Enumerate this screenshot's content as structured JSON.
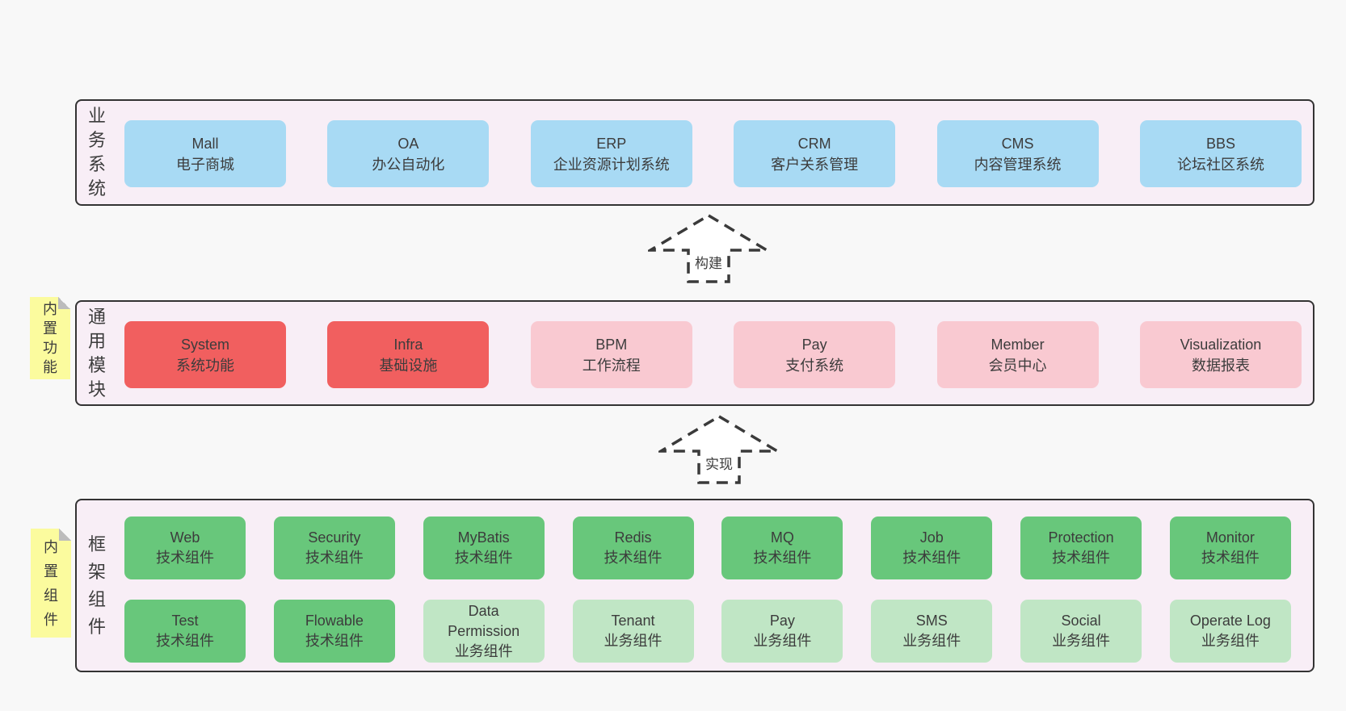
{
  "colors": {
    "page_bg": "#f8f8f8",
    "band_bg": "#f8eef6",
    "band_border": "#333333",
    "blue_box": "#a8daf4",
    "red_box": "#f15f5f",
    "pink_box": "#f9c9d1",
    "green_box": "#68c77b",
    "light_green_box": "#c0e6c5",
    "sticky_yellow": "#fbfb9e",
    "text": "#3c3c3c"
  },
  "arrows": [
    {
      "label": "构建"
    },
    {
      "label": "实现"
    }
  ],
  "bands": [
    {
      "label": "业务系统",
      "boxes": [
        {
          "name": "Mall",
          "desc": "电子商城"
        },
        {
          "name": "OA",
          "desc": "办公自动化"
        },
        {
          "name": "ERP",
          "desc": "企业资源计划系统"
        },
        {
          "name": "CRM",
          "desc": "客户关系管理"
        },
        {
          "name": "CMS",
          "desc": "内容管理系统"
        },
        {
          "name": "BBS",
          "desc": "论坛社区系统"
        }
      ]
    },
    {
      "label": "通用模块",
      "sticky": "内置功能",
      "boxes": [
        {
          "name": "System",
          "desc": "系统功能"
        },
        {
          "name": "Infra",
          "desc": "基础设施"
        },
        {
          "name": "BPM",
          "desc": "工作流程"
        },
        {
          "name": "Pay",
          "desc": "支付系统"
        },
        {
          "name": "Member",
          "desc": "会员中心"
        },
        {
          "name": "Visualization",
          "desc": "数据报表"
        }
      ]
    },
    {
      "label": "框架组件",
      "sticky": "内置组件",
      "rows": [
        [
          {
            "name": "Web",
            "desc": "技术组件"
          },
          {
            "name": "Security",
            "desc": "技术组件"
          },
          {
            "name": "MyBatis",
            "desc": "技术组件"
          },
          {
            "name": "Redis",
            "desc": "技术组件"
          },
          {
            "name": "MQ",
            "desc": "技术组件"
          },
          {
            "name": "Job",
            "desc": "技术组件"
          },
          {
            "name": "Protection",
            "desc": "技术组件"
          },
          {
            "name": "Monitor",
            "desc": "技术组件"
          }
        ],
        [
          {
            "name": "Test",
            "desc": "技术组件"
          },
          {
            "name": "Flowable",
            "desc": "技术组件"
          },
          {
            "name": "Data Permission",
            "desc": "业务组件"
          },
          {
            "name": "Tenant",
            "desc": "业务组件"
          },
          {
            "name": "Pay",
            "desc": "业务组件"
          },
          {
            "name": "SMS",
            "desc": "业务组件"
          },
          {
            "name": "Social",
            "desc": "业务组件"
          },
          {
            "name": "Operate Log",
            "desc": "业务组件"
          }
        ]
      ]
    }
  ]
}
